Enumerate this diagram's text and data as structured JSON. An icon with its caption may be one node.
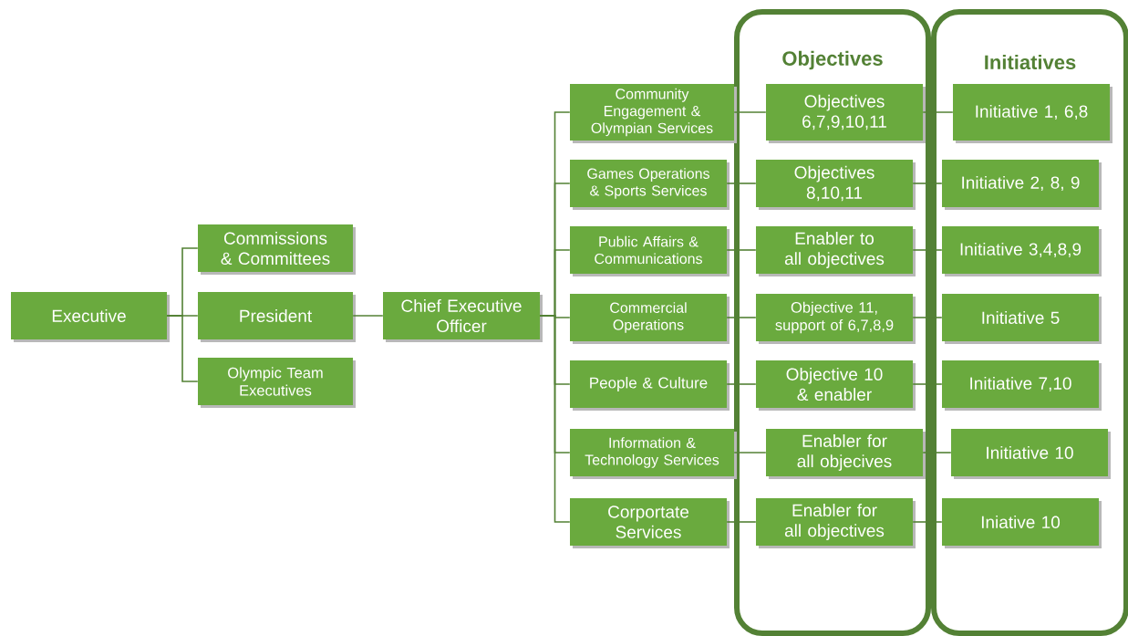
{
  "diagram": {
    "nodes": [
      {
        "text": [
          "Executive"
        ]
      },
      {
        "text": [
          "Commissions & Committees"
        ]
      },
      {
        "text": [
          "President"
        ]
      },
      {
        "text": [
          "Olympic Team Executives"
        ]
      },
      {
        "text": [
          "Chief Executive Officer"
        ]
      },
      {
        "text": [
          "Community Engagement & Olympian Services"
        ]
      },
      {
        "text": [
          "Games Operations & Sports Services"
        ]
      },
      {
        "text": [
          "Public Affairs & Communications"
        ]
      },
      {
        "text": [
          "Commercial Operations"
        ]
      },
      {
        "text": [
          "People & Culture"
        ]
      },
      {
        "text": [
          "Information & Technology Services"
        ]
      },
      {
        "text": [
          "Corportate Services"
        ]
      },
      {
        "text": [
          "Objectives"
        ]
      },
      {
        "text": [
          "Objectives 6,7,9,10,11"
        ],
        "in": 12
      },
      {
        "text": [
          "Objectives 8,10,11"
        ],
        "in": 12
      },
      {
        "text": [
          "Enabler to all objectives"
        ],
        "in": 12
      },
      {
        "text": [
          "Objective 11, support of 6,7,8,9"
        ],
        "in": 12
      },
      {
        "text": [
          "Objective 10 & enabler"
        ],
        "in": 12
      },
      {
        "text": [
          "Enabler for all objecives"
        ],
        "in": 12
      },
      {
        "text": [
          "Enabler for all objectives"
        ],
        "in": 12
      },
      {
        "text": [
          "Initiatives"
        ]
      },
      {
        "text": [
          "Initiative 1, 6,8"
        ],
        "in": 20
      },
      {
        "text": [
          "Initiative 2, 8, 9"
        ],
        "in": 20
      },
      {
        "text": [
          "Initiative 3,4,8,9"
        ],
        "in": 20
      },
      {
        "text": [
          "Initiative 5"
        ],
        "in": 20
      },
      {
        "text": [
          "Initiative 7,10"
        ],
        "in": 20
      },
      {
        "text": [
          "Initiative 10"
        ],
        "in": 20
      },
      {
        "text": [
          "Iniative 10"
        ],
        "in": 20
      }
    ],
    "edges": [
      {
        "from": 0,
        "to": 1,
        "arrow": "none"
      },
      {
        "from": 0,
        "to": 2,
        "arrow": "none"
      },
      {
        "from": 0,
        "to": 3,
        "arrow": "none"
      },
      {
        "from": 2,
        "to": 4,
        "arrow": "none"
      },
      {
        "from": 4,
        "to": 5,
        "arrow": "none"
      },
      {
        "from": 4,
        "to": 6,
        "arrow": "none"
      },
      {
        "from": 4,
        "to": 7,
        "arrow": "none"
      },
      {
        "from": 4,
        "to": 8,
        "arrow": "none"
      },
      {
        "from": 4,
        "to": 9,
        "arrow": "none"
      },
      {
        "from": 4,
        "to": 10,
        "arrow": "none"
      },
      {
        "from": 4,
        "to": 11,
        "arrow": "none"
      },
      {
        "from": 5,
        "to": 13,
        "arrow": "none"
      },
      {
        "from": 6,
        "to": 14,
        "arrow": "none"
      },
      {
        "from": 7,
        "to": 15,
        "arrow": "none"
      },
      {
        "from": 8,
        "to": 16,
        "arrow": "none"
      },
      {
        "from": 9,
        "to": 17,
        "arrow": "none"
      },
      {
        "from": 10,
        "to": 18,
        "arrow": "none"
      },
      {
        "from": 11,
        "to": 19,
        "arrow": "none"
      },
      {
        "from": 13,
        "to": 21,
        "arrow": "none"
      },
      {
        "from": 14,
        "to": 22,
        "arrow": "none"
      },
      {
        "from": 15,
        "to": 23,
        "arrow": "none"
      },
      {
        "from": 16,
        "to": 24,
        "arrow": "none"
      },
      {
        "from": 17,
        "to": 25,
        "arrow": "none"
      },
      {
        "from": 18,
        "to": 26,
        "arrow": "none"
      },
      {
        "from": 19,
        "to": 27,
        "arrow": "none"
      }
    ]
  }
}
